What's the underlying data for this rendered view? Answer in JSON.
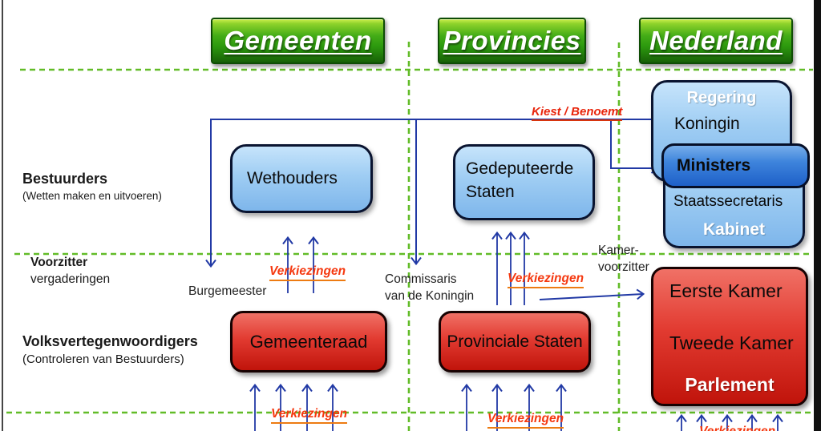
{
  "headers": {
    "gemeenten": "Gemeenten",
    "provincies": "Provincies",
    "nederland": "Nederland"
  },
  "rows": {
    "bestuurders_title": "Bestuurders",
    "bestuurders_sub": "(Wetten maken en uitvoeren)",
    "voorzitter_title": "Voorzitter",
    "voorzitter_sub": "vergaderingen",
    "volks_title": "Volksvertegenwoordigers",
    "volks_sub": "(Controleren van Bestuurders)"
  },
  "boxes": {
    "wethouders": "Wethouders",
    "gedeputeerde_line1": "Gedeputeerde",
    "gedeputeerde_line2": "Staten",
    "regering": "Regering",
    "koningin": "Koningin",
    "ministers": "Ministers",
    "staatssecretaris": "Staatssecretaris",
    "kabinet": "Kabinet",
    "gemeenteraad": "Gemeenteraad",
    "provinciale_staten": "Provinciale Staten",
    "eerste_kamer": "Eerste Kamer",
    "tweede_kamer": "Tweede Kamer",
    "parlement": "Parlement"
  },
  "annotations": {
    "kiest_benoemt": "Kiest / Benoemt",
    "burgemeester": "Burgemeester",
    "commissaris_line1": "Commissaris",
    "commissaris_line2": "van de Koningin",
    "kamer_line1": "Kamer-",
    "kamer_line2": "voorzitter",
    "verkiezingen": "Verkiezingen"
  },
  "colors": {
    "arrow_blue": "#2139A5",
    "dash_green": "#62BC28",
    "kiest_red": "#E8250C",
    "verkiezingen_orange": "#F5380F",
    "box_light_blue": "#9FCDF3",
    "box_dark_blue": "#2E77D6",
    "box_red": "#DF352C",
    "header_green": "#2E9E10"
  }
}
